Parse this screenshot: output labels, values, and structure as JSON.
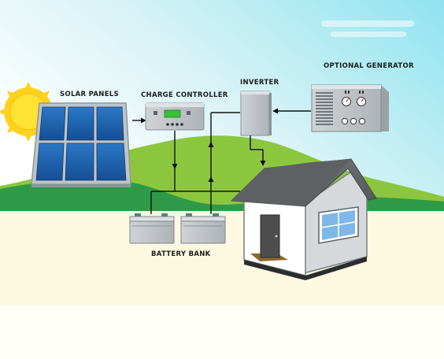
{
  "diagram": {
    "components": {
      "solar_panels": "SOLAR PANELS",
      "charge_controller": "CHARGE CONTROLLER",
      "inverter": "INVERTER",
      "optional_generator": "OPTIONAL GENERATOR",
      "battery_bank": "BATTERY BANK"
    },
    "flows": [
      {
        "from": "solar_panels",
        "to": "charge_controller"
      },
      {
        "from": "charge_controller",
        "to": "battery_bank"
      },
      {
        "from": "battery_bank",
        "to": "inverter"
      },
      {
        "from": "optional_generator",
        "to": "inverter"
      },
      {
        "from": "inverter",
        "to": "house"
      }
    ],
    "colors": {
      "sky_top": "#9ee6f0",
      "hill_back": "#8cc63f",
      "hill_front": "#2e9a47",
      "ground": "#fdf9e1",
      "panel_cell": "#1c5fa8",
      "controller_display": "#36c236"
    }
  }
}
